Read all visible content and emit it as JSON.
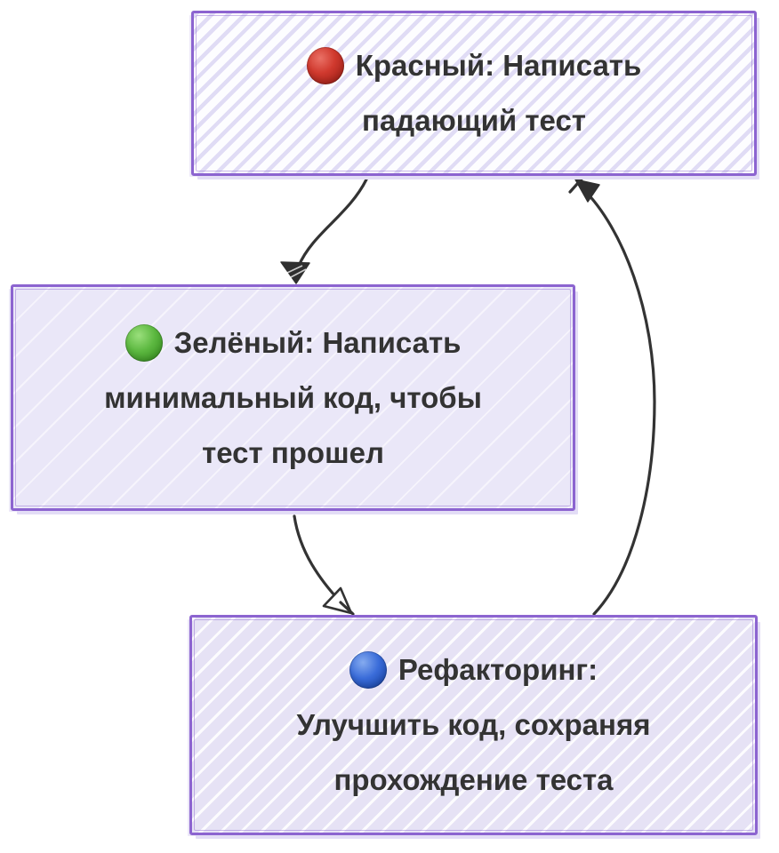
{
  "diagram": {
    "kind": "flowchart-hand-drawn",
    "background_color": "#ffffff",
    "node_border_color": "#8c64d0",
    "node_fill_color": "#e9e6f8",
    "text_color": "#333333",
    "edge_color": "#333333",
    "nodes": [
      {
        "id": "red-step",
        "icon": "red-circle-icon",
        "icon_color": "#c0392b",
        "lines": [
          "Красный: Написать",
          "падающий тест"
        ]
      },
      {
        "id": "green-step",
        "icon": "green-circle-icon",
        "icon_color": "#4caf2f",
        "lines": [
          "Зелёный: Написать",
          "минимальный код, чтобы",
          "тест прошел"
        ]
      },
      {
        "id": "refactor-step",
        "icon": "blue-circle-icon",
        "icon_color": "#2456c4",
        "lines": [
          "Рефакторинг:",
          "Улучшить код, сохраняя",
          "прохождение теста"
        ]
      }
    ],
    "edges": [
      {
        "from": "red-step",
        "to": "green-step",
        "arrowhead": "filled"
      },
      {
        "from": "green-step",
        "to": "refactor-step",
        "arrowhead": "open"
      },
      {
        "from": "refactor-step",
        "to": "red-step",
        "arrowhead": "filled"
      }
    ]
  }
}
